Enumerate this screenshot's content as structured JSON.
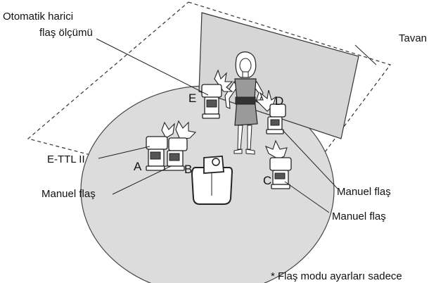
{
  "labels": {
    "auto_external": "Otomatik harici",
    "auto_external_2": "flaş ölçümü",
    "ceiling": "Tavan",
    "ettl": "E-TTL II",
    "manual_left": "Manuel flaş",
    "manual_right_1": "Manuel flaş",
    "manual_right_2": "Manuel flaş",
    "footnote": "* Flaş modu ayarları sadece"
  },
  "units": {
    "a": "A",
    "b": "B",
    "c": "C",
    "d": "D",
    "e": "E"
  },
  "colors": {
    "floor": "#dcdcdc",
    "wall": "#d6d6d6",
    "dress": "#9a9a9a",
    "stroke": "#222222"
  }
}
